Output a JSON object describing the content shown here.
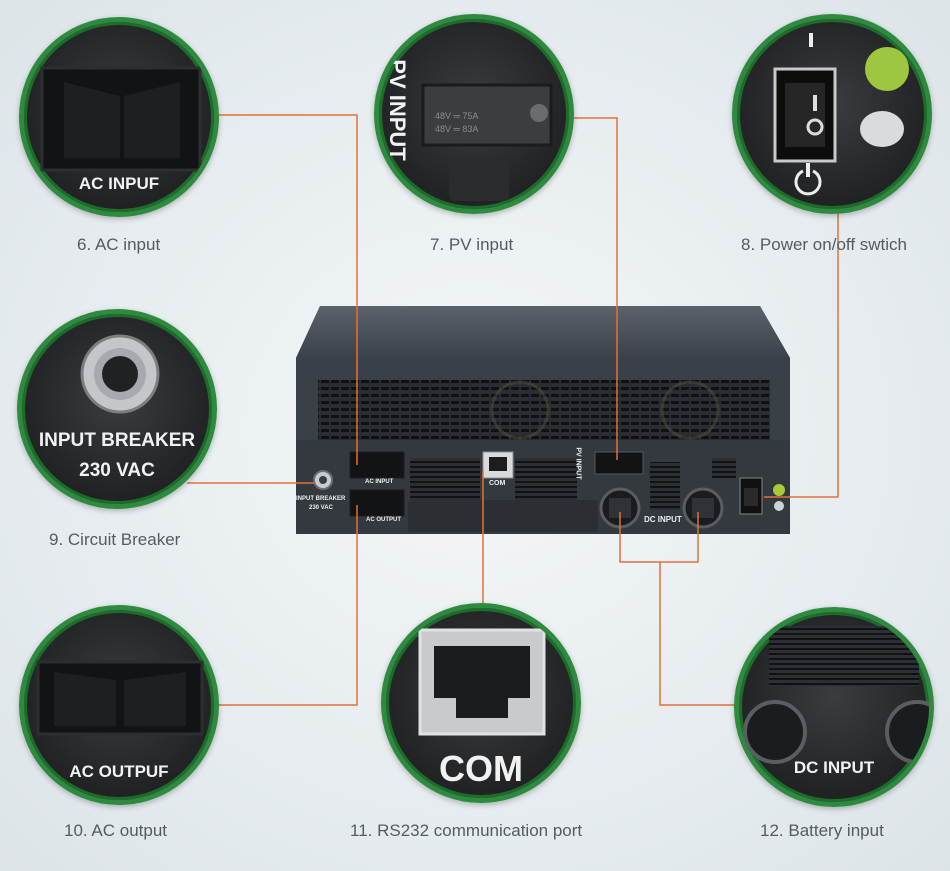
{
  "callouts": {
    "ac_input": {
      "label": "AC INPUF",
      "caption": "6. AC input"
    },
    "pv_input": {
      "label": "PV INPUT",
      "rating_a": "48V  ==  75A",
      "rating_b": "48V  ==  83A",
      "caption": "7. PV input"
    },
    "power_switch": {
      "top_mark": "I",
      "mid_mark": "O",
      "caption": "8. Power on/off swtich"
    },
    "breaker": {
      "label_line1": "INPUT BREAKER",
      "label_line2": "230 VAC",
      "caption": "9. Circuit Breaker"
    },
    "ac_output": {
      "label": "AC OUTPUF",
      "caption": "10. AC output"
    },
    "com": {
      "label": "COM",
      "caption": "11.  RS232 communication port"
    },
    "dc_input": {
      "label": "DC INPUT",
      "caption": "12.  Battery input"
    }
  },
  "device": {
    "ac_input": "AC INPUT",
    "ac_output": "AC OUTPUT",
    "breaker_line1": "INPUT BREAKER",
    "breaker_line2": "230 VAC",
    "com": "COM",
    "pv_input": "PV INPUT",
    "dc_input": "DC INPUT"
  },
  "colors": {
    "ring_green": "#2d8a3e",
    "leader_orange": "#e2703a",
    "caption_gray": "#555b60",
    "chassis": "#3d434b"
  }
}
